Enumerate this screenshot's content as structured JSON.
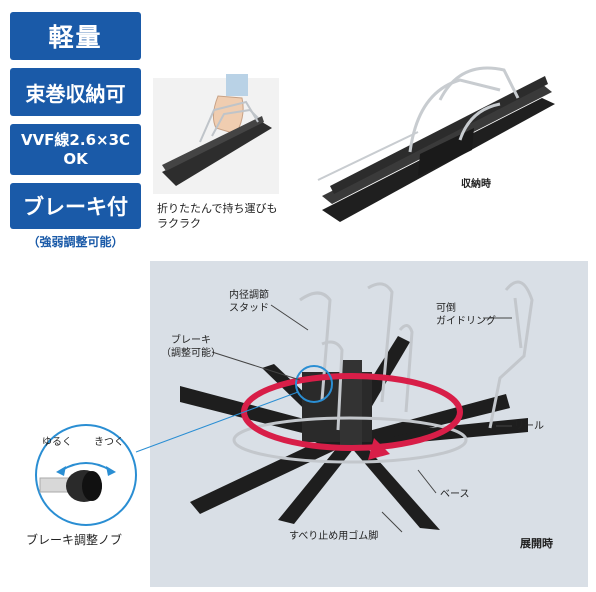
{
  "badges": {
    "light": "軽量",
    "bundle": "束巻収納可",
    "vvf_line1": "VVF線2.6×3C",
    "vvf_line2": "OK",
    "brake": "ブレーキ付"
  },
  "brake_note": "（強弱調整可能）",
  "top_photo": {
    "caption_line1": "折りたたんで持ち運びも",
    "caption_line2": "ラクラク"
  },
  "storage_photo": {
    "caption": "収納時"
  },
  "deployed": {
    "title": "展開時",
    "labels": {
      "stud_line1": "内径調節",
      "stud_line2": "スタッド",
      "guide_line1": "可倒",
      "guide_line2": "ガイドリング",
      "brake_line1": "ブレーキ",
      "brake_line2": "（調整可能）",
      "reel": "リール",
      "base": "ベース",
      "foot": "すべり止め用ゴム脚"
    }
  },
  "knob": {
    "loose": "ゆるく",
    "tight": "きつく",
    "caption": "ブレーキ調整ノブ"
  },
  "colors": {
    "badge": "#1a5aa8",
    "panel": "#d9dfe6",
    "ring": "#d81e48",
    "callout": "#2a8ed3"
  }
}
